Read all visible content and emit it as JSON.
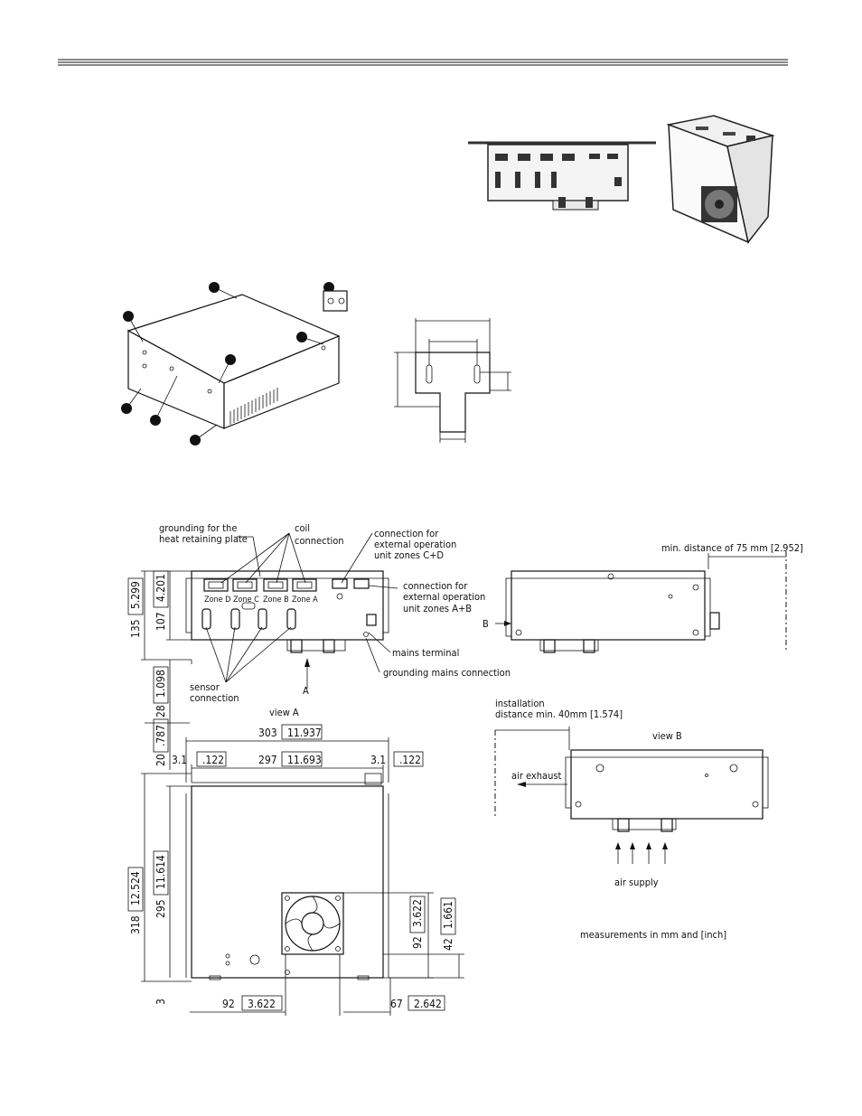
{
  "labels": {
    "grounding_plate": [
      "grounding for the",
      "heat retaining plate"
    ],
    "coil": [
      "coil",
      "connection"
    ],
    "conn_cd": [
      "connection for",
      "external operation",
      "unit zones C+D"
    ],
    "conn_ab": [
      "connection for",
      "external operation",
      "unit zones A+B"
    ],
    "mains_terminal": "mains terminal",
    "grounding_mains": "grounding mains connection",
    "sensor": [
      "sensor",
      "connection"
    ],
    "view_a": "view A",
    "arrow_a": "A",
    "arrow_b": "B",
    "min_distance": "min. distance of 75 mm [2.952]",
    "installation": [
      "installation",
      "distance min. 40mm [1.574]"
    ],
    "view_b": "view B",
    "air_exhaust": "air exhaust",
    "air_supply": "air supply",
    "measurements": "measurements in mm and [inch]"
  },
  "zones": [
    "Zone D",
    "Zone C",
    "Zone B",
    "Zone A"
  ],
  "dimensions": {
    "h135": "135",
    "h135_in": "5.299",
    "h107": "107",
    "h107_in": "4.201",
    "h28": "28",
    "h28_in": "1.098",
    "h20": "20",
    "h20_in": ".787",
    "w303": "303",
    "w303_in": "11.937",
    "w297": "297",
    "w297_in": "11.693",
    "w3_1_left": "3.1",
    "w3_1_left_in": ".122",
    "w3_1_right": "3.1",
    "w3_1_right_in": ".122",
    "h318": "318",
    "h318_in": "12.524",
    "h295": "295",
    "h295_in": "11.614",
    "h92": "92",
    "h92_in": "3.622",
    "h42": "42",
    "h42_in": "1.661",
    "h3": "3",
    "w92": "92",
    "w92_in": "3.622",
    "w67": "67",
    "w67_in": "2.642"
  }
}
